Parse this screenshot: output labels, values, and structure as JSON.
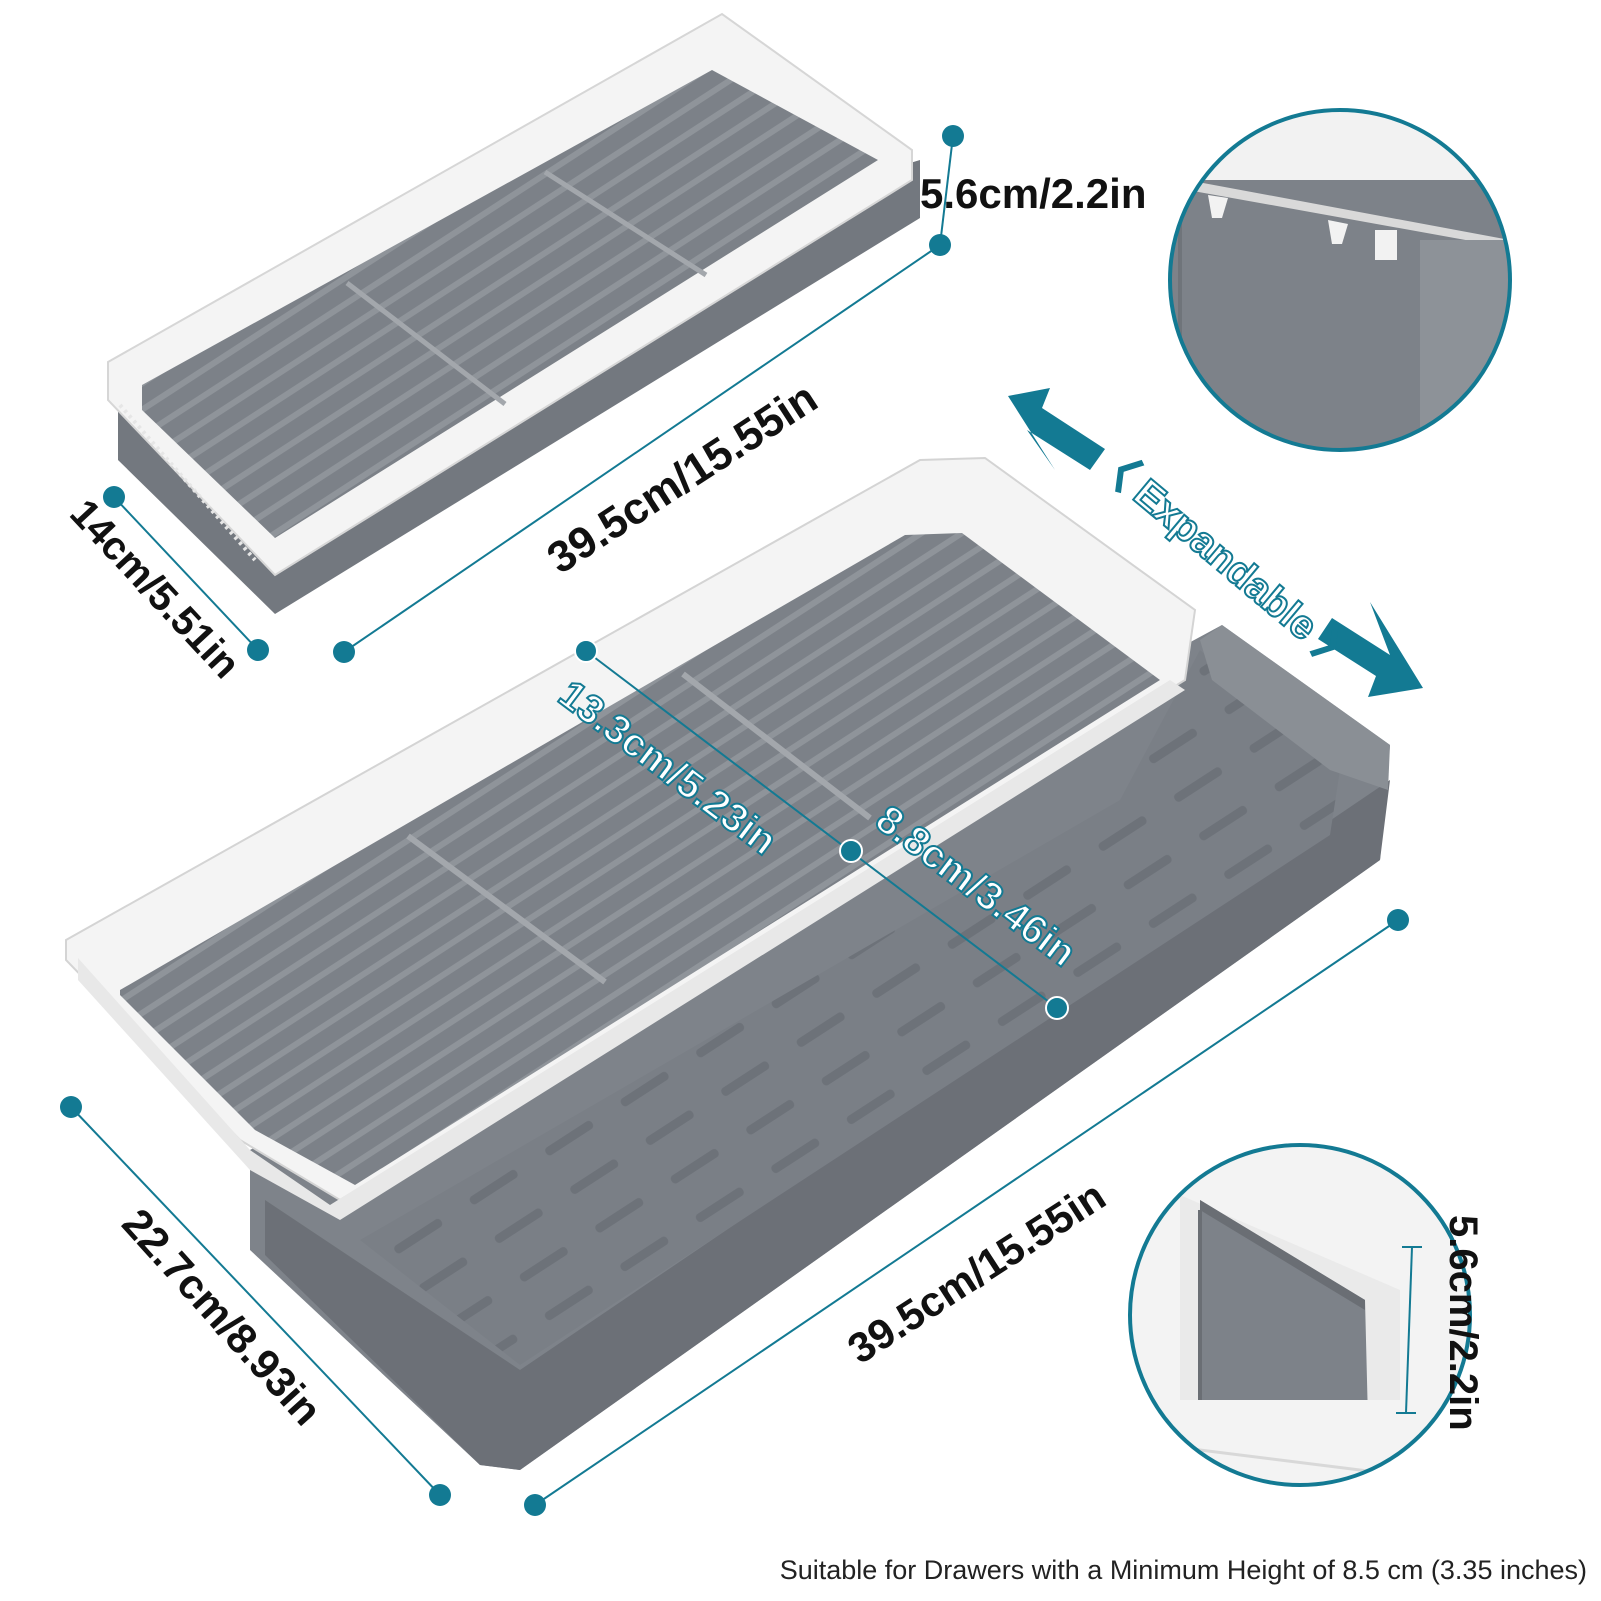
{
  "colors": {
    "accent": "#137a93",
    "tray_gray": "#7d8289",
    "tray_gray_dark": "#676b71",
    "tray_white": "#f2f2f2",
    "text": "#222222"
  },
  "labels": {
    "small_height": "5.6cm/2.2in",
    "small_length": "39.5cm/15.55in",
    "small_width": "14cm/5.51in",
    "expandable": "〈 Expandable 〉",
    "inner_width": "13.3cm/5.23in",
    "extension_width": "8.8cm/3.46in",
    "large_width": "22.7cm/8.93in",
    "large_length": "39.5cm/15.55in",
    "detail_height": "5.6cm/2.2in"
  },
  "caption": "Suitable for Drawers with a Minimum Height of 8.5 cm (3.35 inches)",
  "icons": [
    "left-arrow-icon",
    "right-arrow-icon",
    "dimension-dot-icon"
  ]
}
